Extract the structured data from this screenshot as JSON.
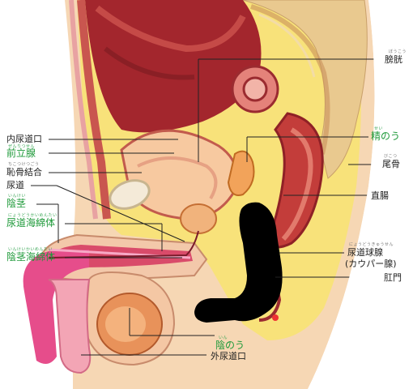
{
  "labels_left": [
    {
      "id": "naiurido",
      "text": "内尿道口",
      "ruby": "",
      "color": "#222222"
    },
    {
      "id": "zenritsusen",
      "text": "前立腺",
      "ruby": "ぜんりつせん",
      "color": "#1f9a3a"
    },
    {
      "id": "chikotsu",
      "text": "恥骨結合",
      "ruby": "ちこつけつごう",
      "color": "#222222"
    },
    {
      "id": "nyodo",
      "text": "尿道",
      "ruby": "",
      "color": "#222222"
    },
    {
      "id": "inkei",
      "text": "陰茎",
      "ruby": "いんけい",
      "color": "#1f9a3a"
    },
    {
      "id": "nyodokaimen",
      "text": "尿道海綿体",
      "ruby": "にょうどうかいめんたい",
      "color": "#1f9a3a"
    },
    {
      "id": "inkeikaimen",
      "text": "陰茎海綿体",
      "ruby": "いんけいかいめんたい",
      "color": "#1f9a3a"
    }
  ],
  "labels_right": [
    {
      "id": "boukou",
      "text": "膀胱",
      "ruby": "ぼうこう",
      "color": "#222222"
    },
    {
      "id": "seinou",
      "text": "精のう",
      "ruby": "せい",
      "color": "#1f9a3a"
    },
    {
      "id": "bikotsu",
      "text": "尾骨",
      "ruby": "びこつ",
      "color": "#222222"
    },
    {
      "id": "chokucho",
      "text": "直腸",
      "ruby": "",
      "color": "#222222"
    },
    {
      "id": "nyodokyusen",
      "text": "尿道球腺",
      "ruby": "にょうどうきゅうせん",
      "color": "#222222"
    },
    {
      "id": "cowper",
      "text": "(カウパー腺)",
      "ruby": "",
      "color": "#222222"
    },
    {
      "id": "komon",
      "text": "肛門",
      "ruby": "",
      "color": "#222222"
    }
  ],
  "labels_bottom": [
    {
      "id": "innou",
      "text": "陰のう",
      "ruby": "いん",
      "color": "#1f9a3a"
    },
    {
      "id": "gainyodo",
      "text": "外尿道口",
      "ruby": "",
      "color": "#222222"
    }
  ]
}
